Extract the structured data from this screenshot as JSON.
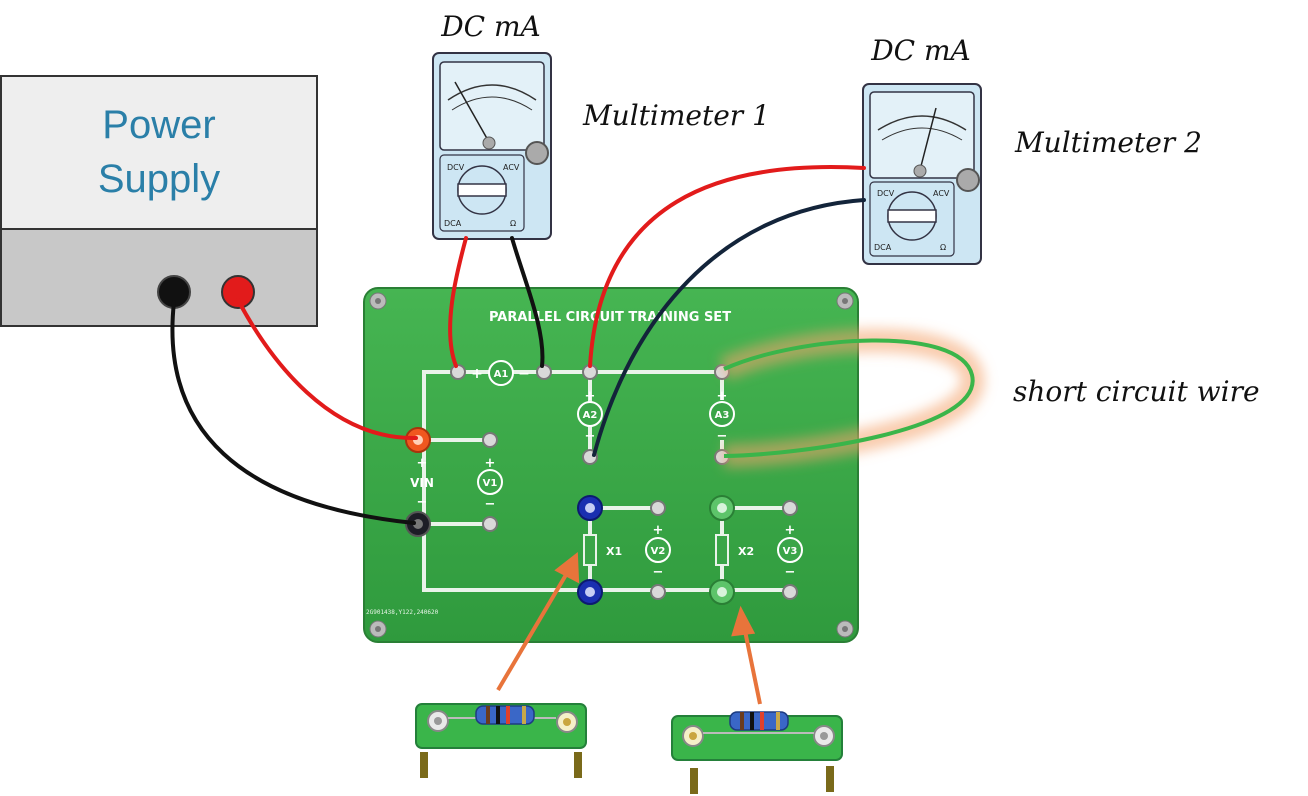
{
  "power_supply": {
    "line1": "Power",
    "line2": "Supply"
  },
  "meter1": {
    "unit_label": "DC mA",
    "name": "Multimeter 1"
  },
  "meter2": {
    "unit_label": "DC mA",
    "name": "Multimeter 2"
  },
  "meter_dial": {
    "dcv": "DCV",
    "acv": "ACV",
    "dca": "DCA",
    "ohm": "Ω"
  },
  "board": {
    "title": "PARALLEL CIRCUIT TRAINING SET",
    "serial": "2G901438,Y122,240620",
    "a1": "A1",
    "a2": "A2",
    "a3": "A3",
    "v1": "V1",
    "v2": "V2",
    "v3": "V3",
    "vin": "VIN",
    "x1": "X1",
    "x2": "X2",
    "plus": "+",
    "minus": "−"
  },
  "annotations": {
    "short_wire": "short circuit wire"
  },
  "colors": {
    "ps_top": "#eeeeee",
    "ps_bottom": "#c8c8c8",
    "board": "#3aa548",
    "meter_body": "#cde6f3",
    "red_wire": "#e21b1b",
    "black_wire": "#111111",
    "navy_wire": "#13243a",
    "green_wire": "#3ab54a",
    "arrow": "#e8743b"
  }
}
